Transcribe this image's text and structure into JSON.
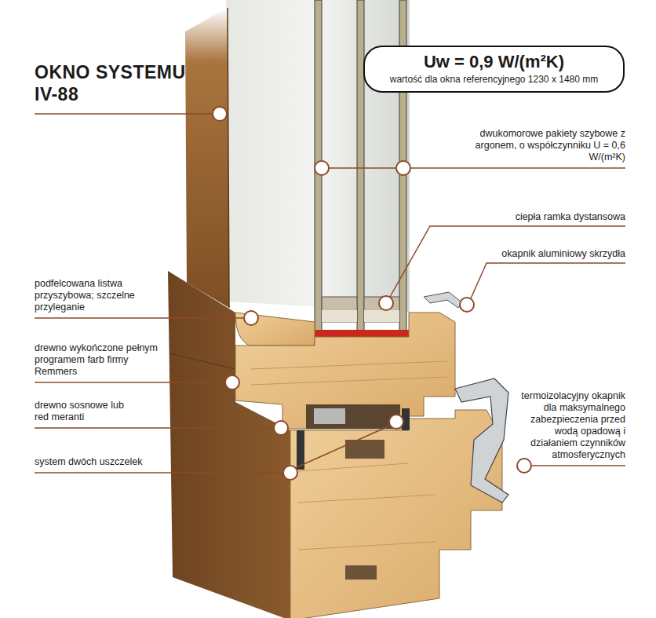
{
  "diagram": {
    "title": "OKNO SYSTEMU IV-88",
    "nodes": [
      {
        "text": [
          "Uw = 0,9 W/(m²K)",
          "wartość dla okna referencyjnego 1230 x 1480 mm"
        ]
      }
    ],
    "labels": [
      "dwukomorowe pakiety szybowe z argonem, o współczynniku U = 0,6 W/(m²K)",
      "ciepła ramka dystansowa",
      "okapnik aluminiowy skrzydła",
      "podfelcowana listwa przyszybowa; szczelne przyleganie",
      "drewno wykończone pełnym programem farb firmy Remmers",
      "drewno sosnowe lub red meranti",
      "system dwóch uszczelek",
      "termoizolacyjny okapnik dla maksymalnego zabezpieczenia przed wodą opadową i działaniem czynników atmosferycznych"
    ]
  }
}
